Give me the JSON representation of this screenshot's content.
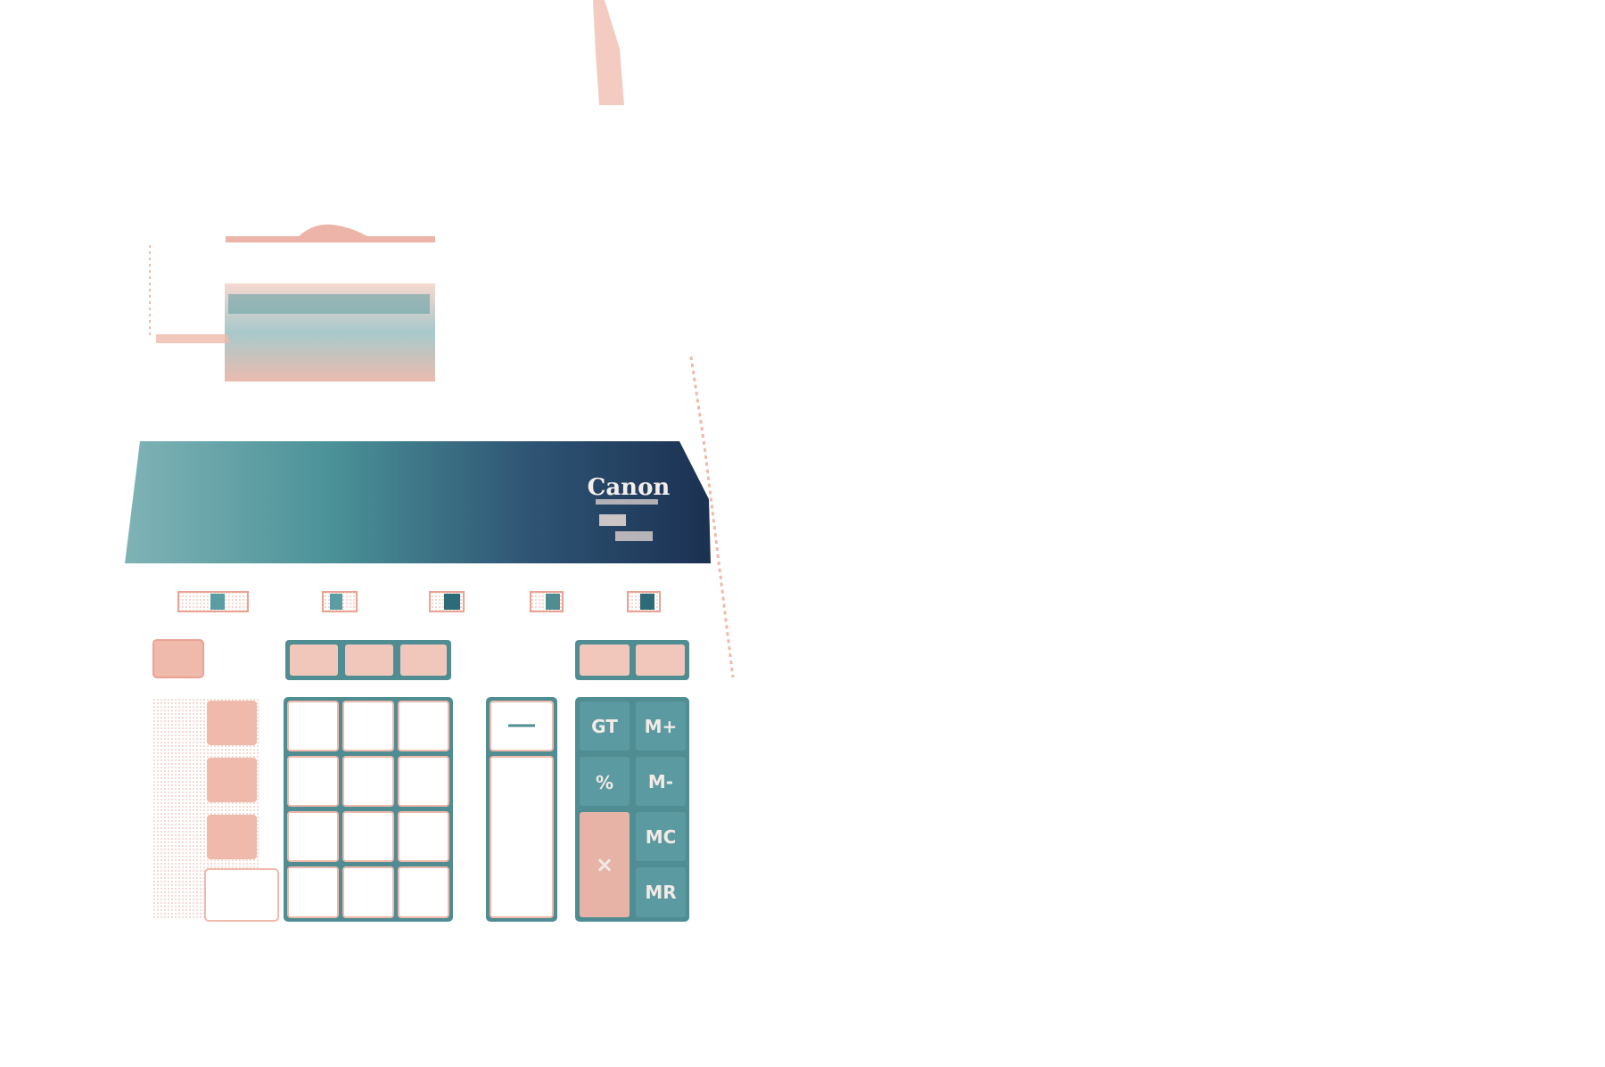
{
  "brand": {
    "logo_text": "Canon"
  },
  "memory_keys": {
    "gt": "GT",
    "m_plus": "M+",
    "m_minus": "M-",
    "mc": "MC",
    "mr": "MR",
    "percent": "%",
    "multiply": "×"
  },
  "colors": {
    "panel_light": "#5a9ea4",
    "panel_dark": "#1b3152",
    "key_teal": "#4f8d93",
    "key_peach": "#efb9ab",
    "outline": "#e9a393"
  },
  "icons": [
    "paper-roll-icon"
  ]
}
